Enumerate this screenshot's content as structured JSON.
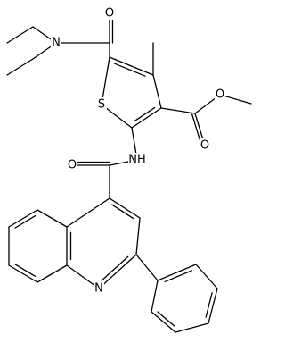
{
  "colors": {
    "bond": "#000000",
    "label": "#000000",
    "background": "#ffffff"
  },
  "atoms": {
    "amide_o": "O",
    "amine_n": "N",
    "thiophene_s": "S",
    "ester_o_carbonyl": "O",
    "ester_o_ether": "O",
    "nh": "NH",
    "quinoline_amide_o": "O",
    "quinoline_n": "N"
  }
}
